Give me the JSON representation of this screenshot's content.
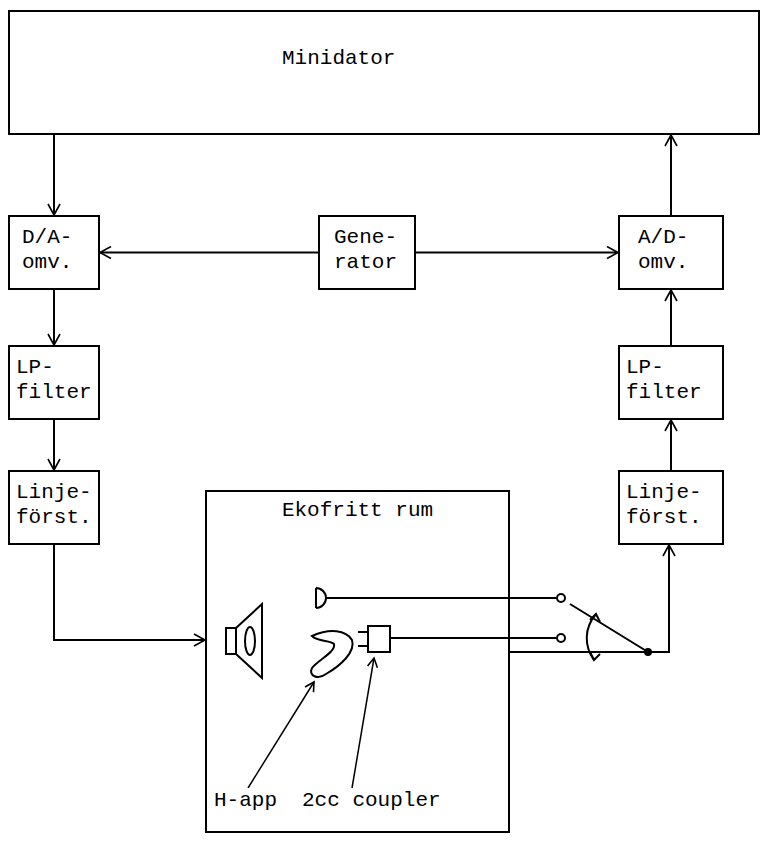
{
  "diagram": {
    "nodes": [
      {
        "text": [
          "Minidator"
        ]
      },
      {
        "text": [
          "D/A- omv."
        ]
      },
      {
        "text": [
          "Gene- rator"
        ]
      },
      {
        "text": [
          "A/D- omv."
        ]
      },
      {
        "text": [
          "LP- filter"
        ]
      },
      {
        "text": [
          "LP- filter"
        ]
      },
      {
        "text": [
          "Linje- först."
        ]
      },
      {
        "text": [
          "Linje- först."
        ]
      },
      {
        "text": [
          "Ekofritt rum"
        ]
      }
    ],
    "edges": [
      {
        "from": 0,
        "to": 1,
        "arrow": "to"
      },
      {
        "from": 2,
        "to": 1,
        "arrow": "to"
      },
      {
        "from": 2,
        "to": 3,
        "arrow": "to"
      },
      {
        "from": 3,
        "to": 0,
        "arrow": "to"
      },
      {
        "from": 1,
        "to": 4,
        "arrow": "to"
      },
      {
        "from": 4,
        "to": 6,
        "arrow": "to"
      },
      {
        "from": 7,
        "to": 5,
        "arrow": "to"
      },
      {
        "from": 5,
        "to": 3,
        "arrow": "to"
      },
      {
        "from": 6,
        "to": 8,
        "arrow": "to"
      },
      {
        "from": 8,
        "to": 7,
        "arrow": "to"
      }
    ],
    "labels": [
      "H-app",
      "2cc coupler"
    ]
  }
}
